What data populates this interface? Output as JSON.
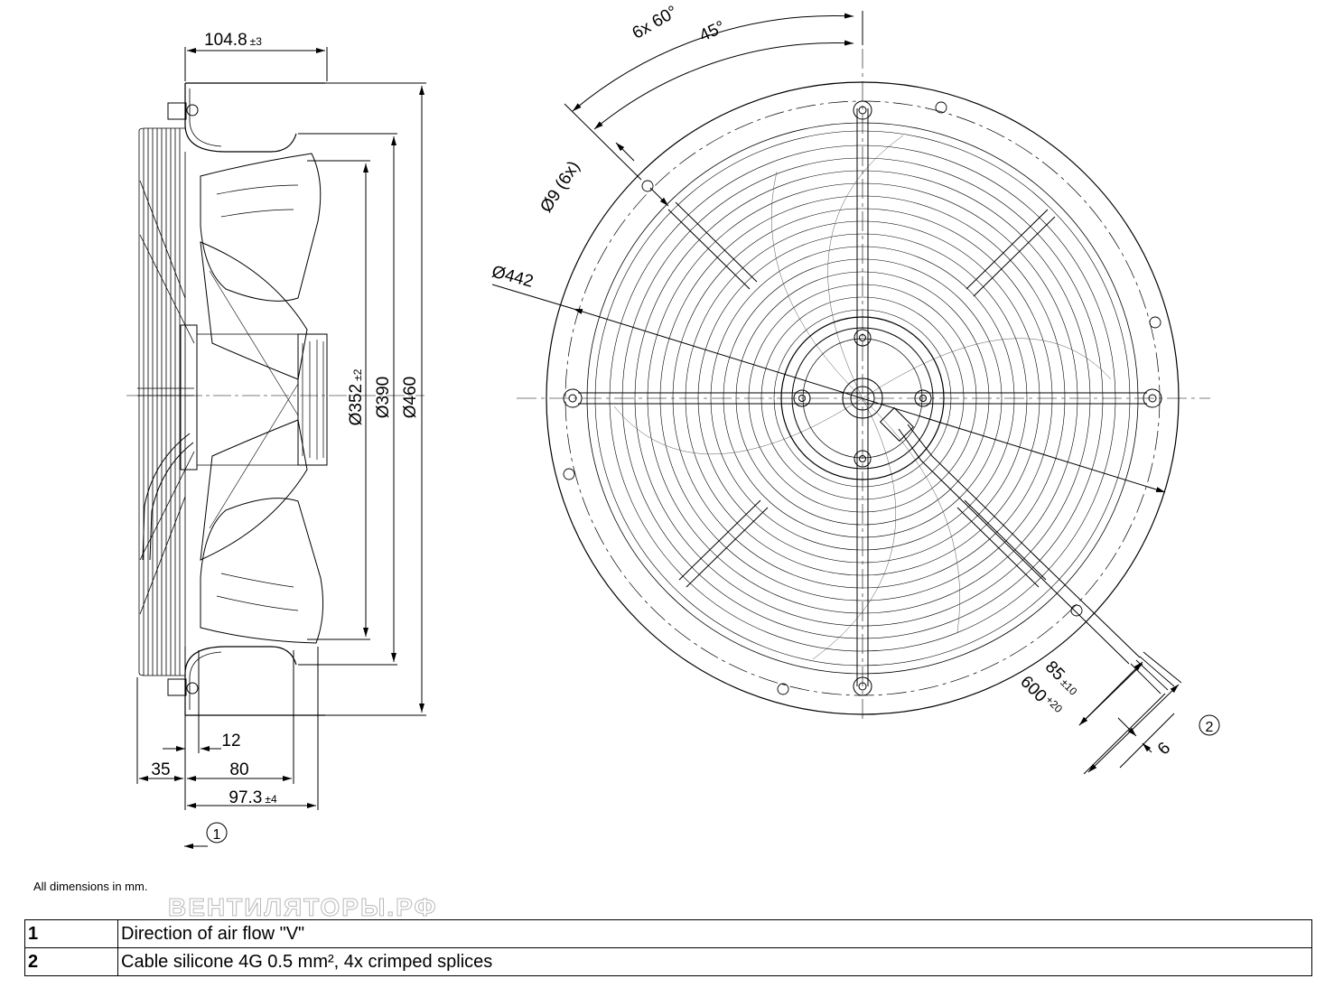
{
  "side_view": {
    "dim_depth_total": "104.8",
    "dim_depth_total_tol": "±3",
    "dim_d352": "Ø352",
    "dim_d352_tol": "±2",
    "dim_d390": "Ø390",
    "dim_d460": "Ø460",
    "dim_12": "12",
    "dim_35": "35",
    "dim_80": "80",
    "dim_97": "97.3",
    "dim_97_tol": "±4",
    "callout_1": "1"
  },
  "front_view": {
    "dim_6x60": "6x 60°",
    "dim_45": "45°",
    "dim_hole": "Ø9 (6x)",
    "dim_d442": "Ø442",
    "dim_85": "85",
    "dim_85_tol": "±10",
    "dim_600": "600",
    "dim_600_tol": "+20",
    "dim_6": "6",
    "callout_2": "2"
  },
  "note": "All dimensions in mm.",
  "watermark": "ВЕНТИЛЯТОРЫ.РФ",
  "legend": [
    {
      "num": "1",
      "text": "Direction of air flow \"V\""
    },
    {
      "num": "2",
      "text": "Cable silicone 4G 0.5 mm², 4x crimped splices"
    }
  ]
}
